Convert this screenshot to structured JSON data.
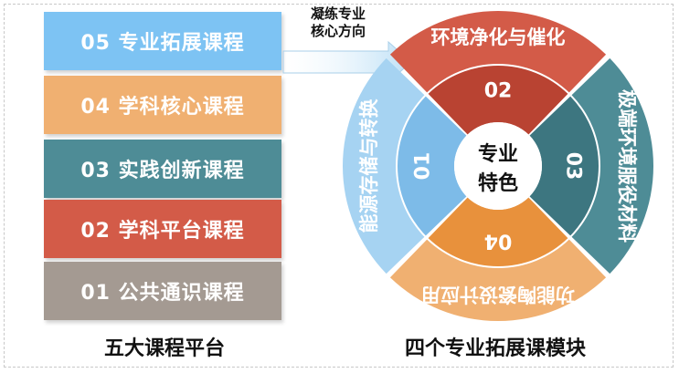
{
  "courses": [
    {
      "label": "05 专业拓展课程",
      "color": "#7dc3f3"
    },
    {
      "label": "04 学科核心课程",
      "color": "#f0b071"
    },
    {
      "label": "03 实践创新课程",
      "color": "#4e8c96"
    },
    {
      "label": "02 学科平台课程",
      "color": "#d35b48"
    },
    {
      "label": "01 公共通识课程",
      "color": "#a49a92"
    }
  ],
  "platform_title": "五大课程平台",
  "arrow_text": {
    "line1": "凝练专业",
    "line2": "核心方向"
  },
  "wheel": {
    "center_line1": "专业",
    "center_line2": "特色",
    "modules": [
      {
        "number": "02",
        "name": "环境净化与催化",
        "outer_color": "#d35b48",
        "inner_color": "#b94332"
      },
      {
        "number": "03",
        "name": "极端环境服役材料",
        "outer_color": "#4e8c96",
        "inner_color": "#3d7680"
      },
      {
        "number": "04",
        "name": "功能陶瓷设计应用",
        "outer_color": "#f0b071",
        "inner_color": "#e8913c"
      },
      {
        "number": "01",
        "name": "能源存储与转换",
        "outer_color": "#a6d3f2",
        "inner_color": "#7dbbe8"
      }
    ]
  },
  "modules_title": "四个专业拓展课模块"
}
